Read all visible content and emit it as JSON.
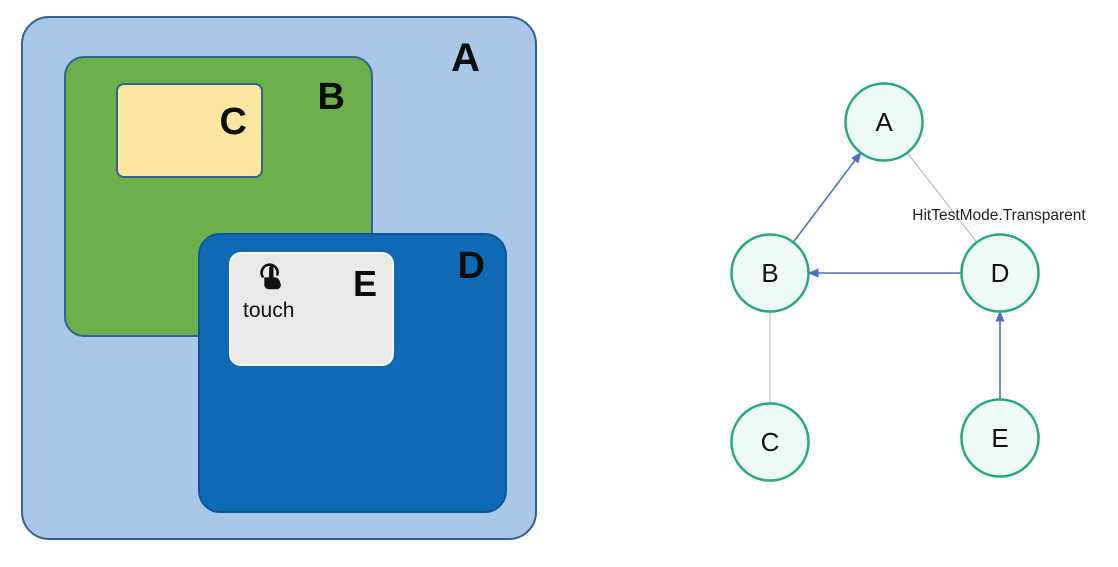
{
  "left_diagram": {
    "boxes": [
      {
        "label": "A",
        "fill": "#a9c7e8",
        "border": "#35618f"
      },
      {
        "label": "B",
        "fill": "#6bb04b",
        "border": "#35618f"
      },
      {
        "label": "C",
        "fill": "#fbe7a0",
        "border": "#35618f"
      },
      {
        "label": "D",
        "fill": "#0f6ab5",
        "border": "#0d5596"
      },
      {
        "label": "E",
        "fill": "#e9e9e9",
        "border": "#fdfdfd"
      }
    ],
    "touch_label": "touch",
    "icons": [
      {
        "name": "tap-gesture-icon",
        "color": "#111111"
      }
    ]
  },
  "graph": {
    "nodes": [
      {
        "label": "A"
      },
      {
        "label": "B"
      },
      {
        "label": "C"
      },
      {
        "label": "D"
      },
      {
        "label": "E"
      }
    ],
    "edges": [
      {
        "from": "B",
        "to": "A",
        "type": "arrow"
      },
      {
        "from": "D",
        "to": "B",
        "type": "arrow"
      },
      {
        "from": "E",
        "to": "D",
        "type": "arrow"
      },
      {
        "from": "A",
        "to": "D",
        "type": "thin-line",
        "label": "HitTestMode.Transparent"
      },
      {
        "from": "B",
        "to": "C",
        "type": "thin-line"
      }
    ],
    "colors": {
      "node_border": "#27a87a",
      "node_fill": "#eefaf4",
      "arrow": "#4a6fc4",
      "thin_line": "#a9b3cc",
      "label_text": "#222222"
    }
  }
}
